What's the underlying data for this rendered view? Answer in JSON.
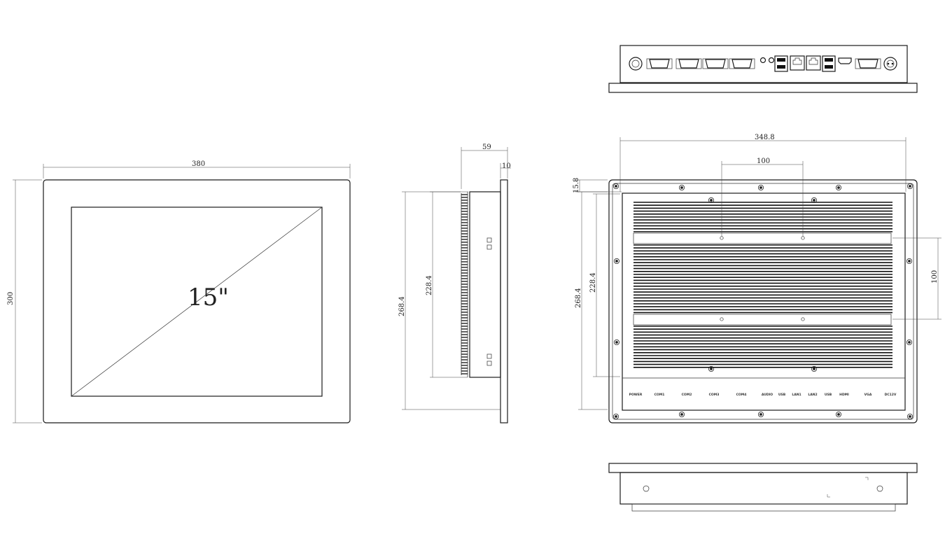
{
  "front_view": {
    "width_label": "380",
    "height_label": "300",
    "screen_size_label": "15\""
  },
  "side_view": {
    "depth_label": "59",
    "bezel_label": "10",
    "height_outer_label": "268.4",
    "height_inner_label": "228.4"
  },
  "rear_view": {
    "width_label": "348.8",
    "vesa_h_label": "100",
    "vesa_v_label": "100",
    "offset_label": "15.8",
    "height_outer_label": "268.4",
    "height_inner_label": "228.4",
    "port_labels": [
      "POWER",
      "COM1",
      "COM2",
      "COM3",
      "COM4",
      "AUDIO",
      "USB",
      "LAN1",
      "LAN2",
      "USB",
      "HDMI",
      "VGA",
      "DC12V"
    ]
  }
}
